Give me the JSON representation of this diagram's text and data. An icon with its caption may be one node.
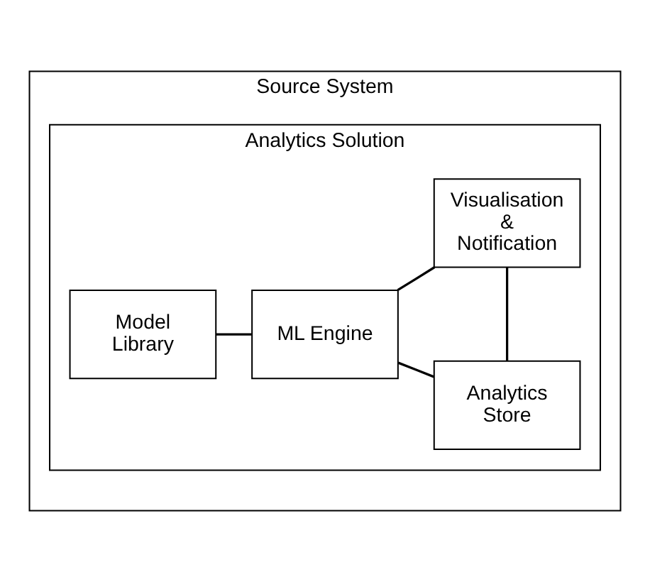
{
  "diagram": {
    "nodes": [
      {
        "text": [
          "Source System"
        ]
      },
      {
        "text": [
          "Analytics Solution"
        ],
        "in": 0
      },
      {
        "text": [
          "Visualisation & Notification"
        ],
        "in": 1
      },
      {
        "text": [
          "Model Library"
        ],
        "in": 1
      },
      {
        "text": [
          "ML Engine"
        ],
        "in": 1
      },
      {
        "text": [
          "Analytics Store"
        ],
        "in": 1
      }
    ],
    "edges": [
      {
        "from": 3,
        "to": 4,
        "arrow": "none"
      },
      {
        "from": 4,
        "to": 2,
        "arrow": "none"
      },
      {
        "from": 4,
        "to": 5,
        "arrow": "none"
      },
      {
        "from": 2,
        "to": 5,
        "arrow": "none"
      }
    ]
  }
}
